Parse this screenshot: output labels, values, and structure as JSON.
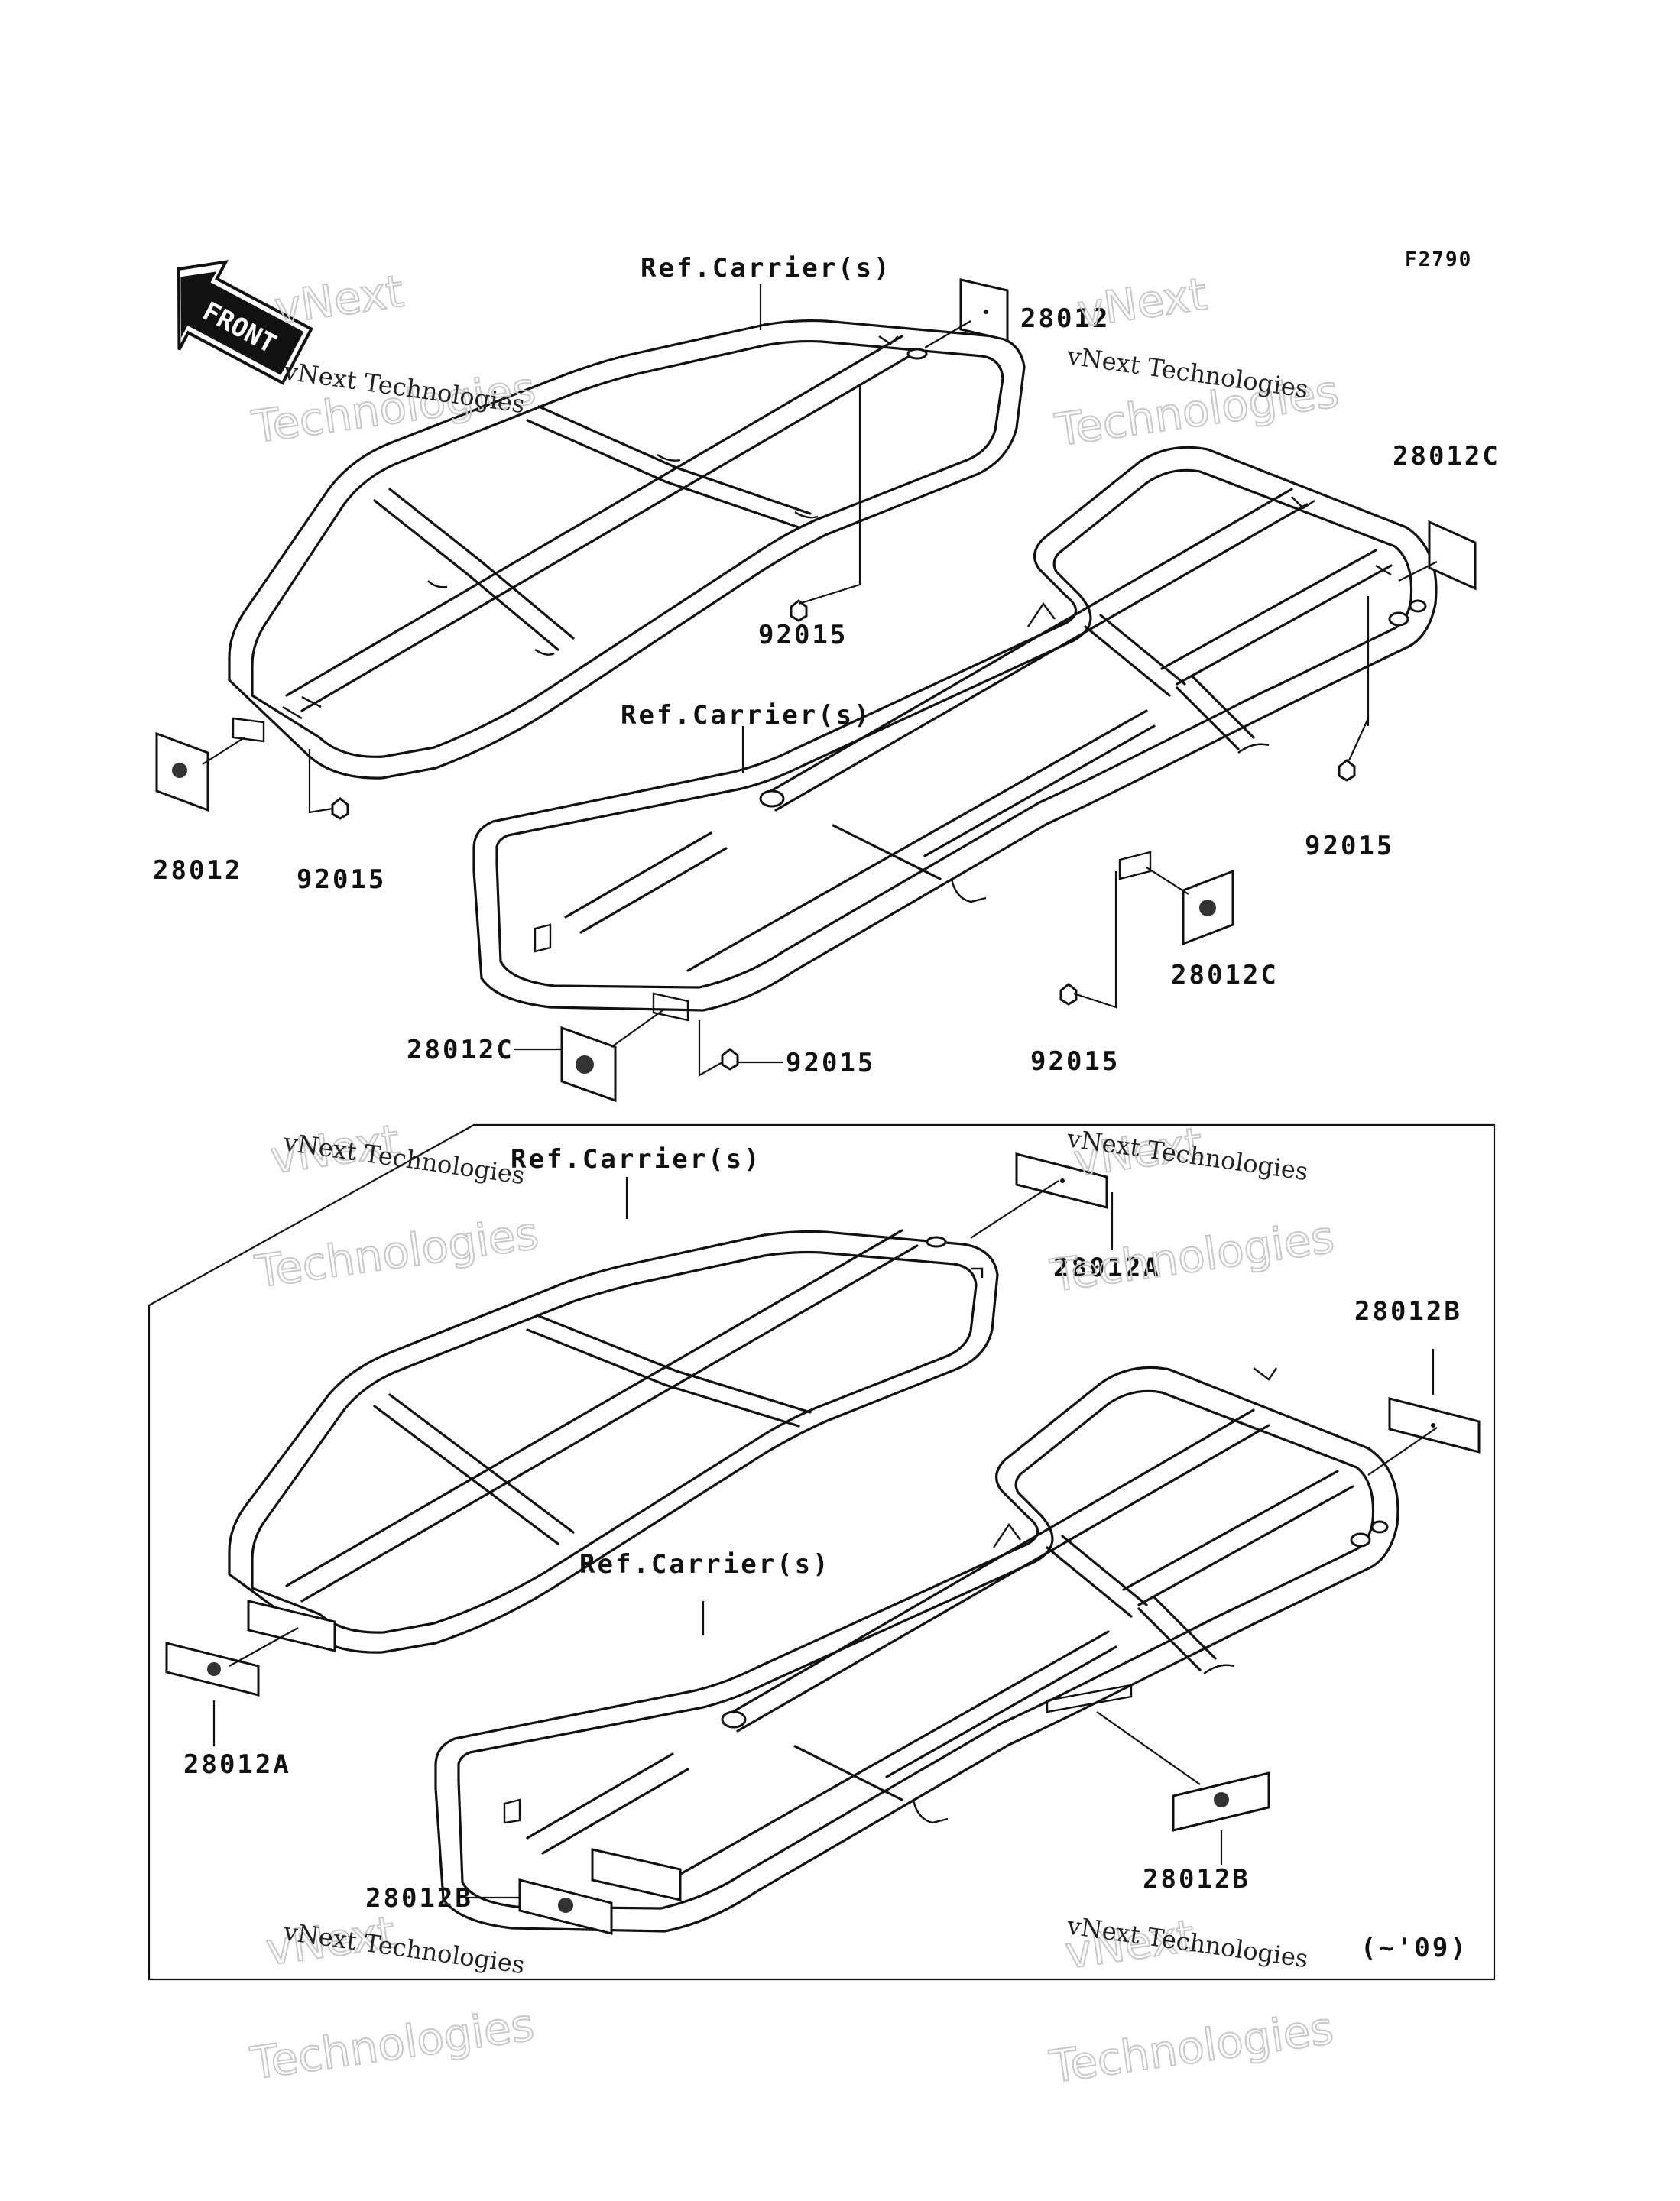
{
  "diagram": {
    "figure_id": "F2790",
    "front_label": "FRONT",
    "ref_label": "Ref.Carrier(s)",
    "variant_label": "(~'09)",
    "parts": {
      "p28012": "28012",
      "p28012A": "28012A",
      "p28012B": "28012B",
      "p28012C": "28012C",
      "p92015": "92015"
    },
    "watermark": {
      "line1": "vNext Technologies",
      "line2": "vNext",
      "line3": "Technologies"
    }
  }
}
